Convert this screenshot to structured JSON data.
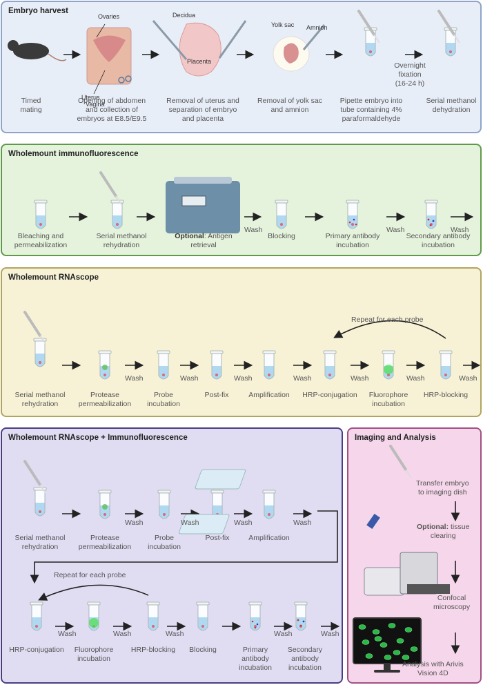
{
  "harvest": {
    "title": "Embryo harvest",
    "anatomy": {
      "ovaries": "Ovaries",
      "uterus": "Uterus",
      "vagina": "Vagina",
      "decidua": "Decidua",
      "placenta": "Placenta",
      "yolk_sac": "Yolk sac",
      "amnion": "Amnion"
    },
    "steps": [
      [
        "Timed",
        "mating"
      ],
      [
        "Opening of abdomen",
        "and collection of",
        "embryos at E8.5/E9.5"
      ],
      [
        "Removal of uterus and",
        "separation of embryo",
        "and placenta"
      ],
      [
        "Removal of yolk sac",
        "and amnion"
      ],
      [
        "Pipette embryo into",
        "tube containing 4%",
        "paraformaldehyde"
      ],
      [
        "Serial methanol",
        "dehydration"
      ]
    ],
    "fixation": [
      "Overnight",
      "fixation",
      "(16-24 h)"
    ]
  },
  "if": {
    "title": "Wholemount immunofluorescence",
    "steps": [
      [
        "Bleaching and",
        "permeabilization"
      ],
      [
        "Serial methanol",
        "rehydration"
      ],
      [
        "Antigen",
        "retrieval"
      ],
      [
        "Blocking"
      ],
      [
        "Primary antibody",
        "incubation"
      ],
      [
        "Secondary antibody",
        "incubation"
      ]
    ],
    "optional_prefix": "Optional",
    "optional_rest": ": Antigen",
    "wash": "Wash"
  },
  "rnascope": {
    "title": "Wholemount RNAscope",
    "repeat": "Repeat for each probe",
    "wash": "Wash",
    "steps": [
      [
        "Serial methanol",
        "rehydration"
      ],
      [
        "Protease",
        "permeabilization"
      ],
      [
        "Probe",
        "incubation"
      ],
      [
        "Post-fix"
      ],
      [
        "Amplification"
      ],
      [
        "HRP-conjugation"
      ],
      [
        "Fluorophore",
        "incubation"
      ],
      [
        "HRP-blocking"
      ]
    ]
  },
  "combo": {
    "title": "Wholemount RNAscope + Immunofluorescence",
    "repeat": "Repeat for each probe",
    "wash": "Wash",
    "row1": [
      [
        "Serial methanol",
        "rehydration"
      ],
      [
        "Protease",
        "permeabilization"
      ],
      [
        "Probe",
        "incubation"
      ],
      [
        "Post-fix"
      ],
      [
        "Amplification"
      ]
    ],
    "row2": [
      [
        "HRP-conjugation"
      ],
      [
        "Fluorophore",
        "incubation"
      ],
      [
        "HRP-blocking"
      ],
      [
        "Blocking"
      ],
      [
        "Primary",
        "antibody",
        "incubation"
      ],
      [
        "Secondary",
        "antibody",
        "incubation"
      ]
    ]
  },
  "imaging": {
    "title": "Imaging and Analysis",
    "transfer": [
      "Transfer embryo",
      "to imaging dish"
    ],
    "clearing_bold": "Optional:",
    "clearing_rest": " tissue",
    "clearing_line2": "clearing",
    "confocal": [
      "Confocal",
      "microscopy"
    ],
    "analysis": [
      "Analysis with Arivis",
      "Vision 4D"
    ]
  },
  "colors": {
    "harvest_bg": "#e8eef8",
    "harvest_border": "#8ea4c8",
    "if_bg": "#e5f2dc",
    "if_border": "#5e9a4a",
    "rna_bg": "#f7f2d6",
    "rna_border": "#b3a35e",
    "combo_bg": "#e0dcf2",
    "combo_border": "#4b3d82",
    "img_bg": "#f6d6ea",
    "img_border": "#a24f84"
  }
}
